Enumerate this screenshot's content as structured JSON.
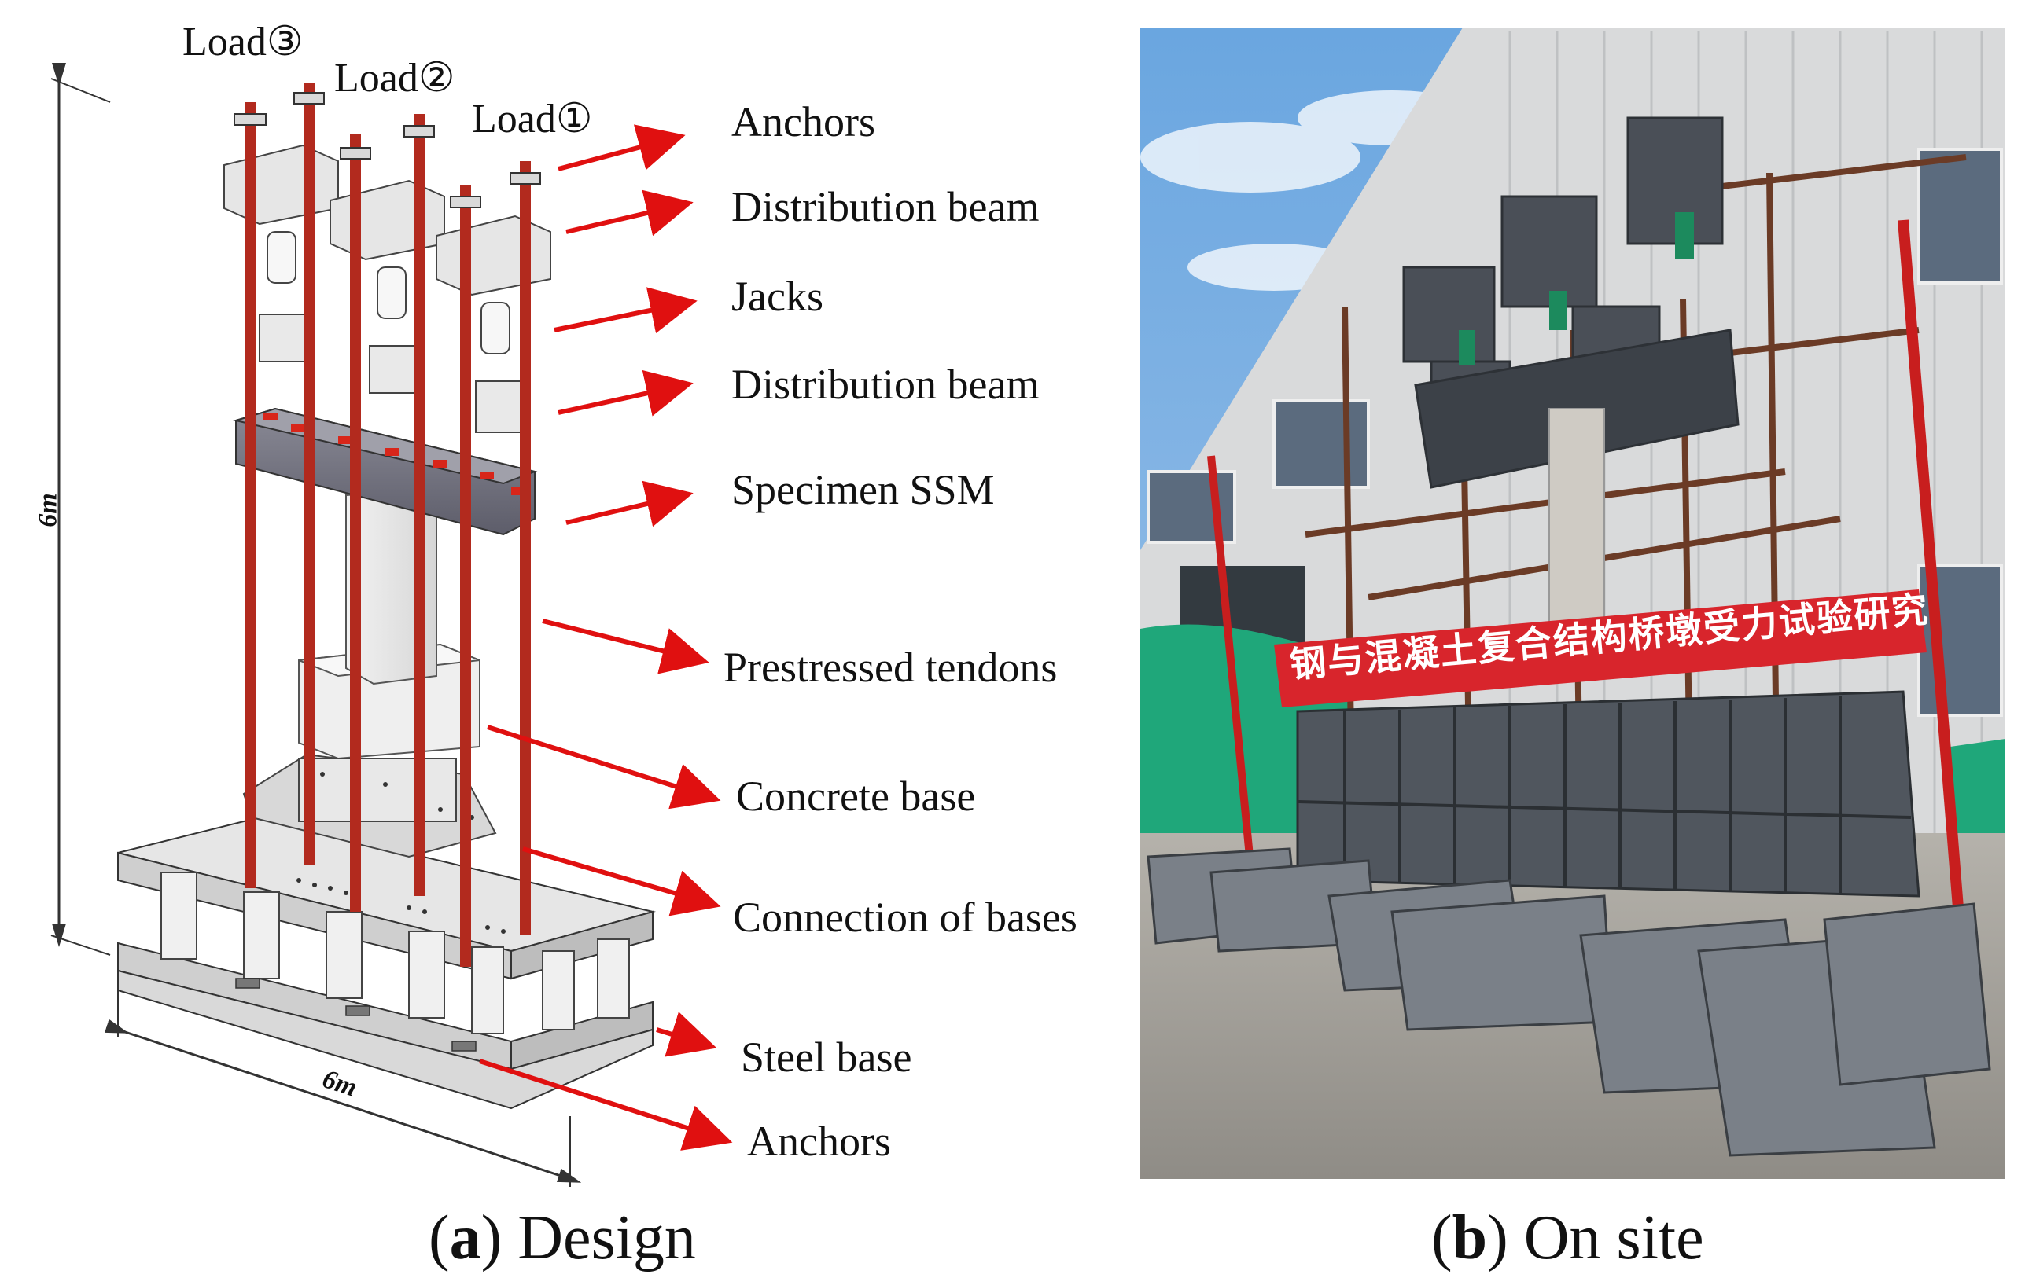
{
  "panel_a": {
    "loads": [
      "Load③",
      "Load②",
      "Load①"
    ],
    "labels": {
      "anchors_top": "Anchors",
      "distribution_beam_top": "Distribution beam",
      "jacks": "Jacks",
      "distribution_beam_bottom": "Distribution beam",
      "specimen": "Specimen SSM",
      "tendons": "Prestressed tendons",
      "concrete_base": "Concrete base",
      "connection": "Connection of bases",
      "steel_base": "Steel base",
      "anchors_bottom": "Anchors"
    },
    "dimension_height": "6m",
    "dimension_width": "6m",
    "caption_letter": "a",
    "caption_text": "Design"
  },
  "panel_b": {
    "banner_text": "钢与混凝土复合结构桥墩受力试验研究",
    "caption_letter": "b",
    "caption_text": "On site"
  },
  "colors": {
    "arrow": "#e01010",
    "tendon": "#b22a1e",
    "steel": "#dcdcdc",
    "banner": "#d8252c",
    "sky": "#7fb4e6"
  }
}
